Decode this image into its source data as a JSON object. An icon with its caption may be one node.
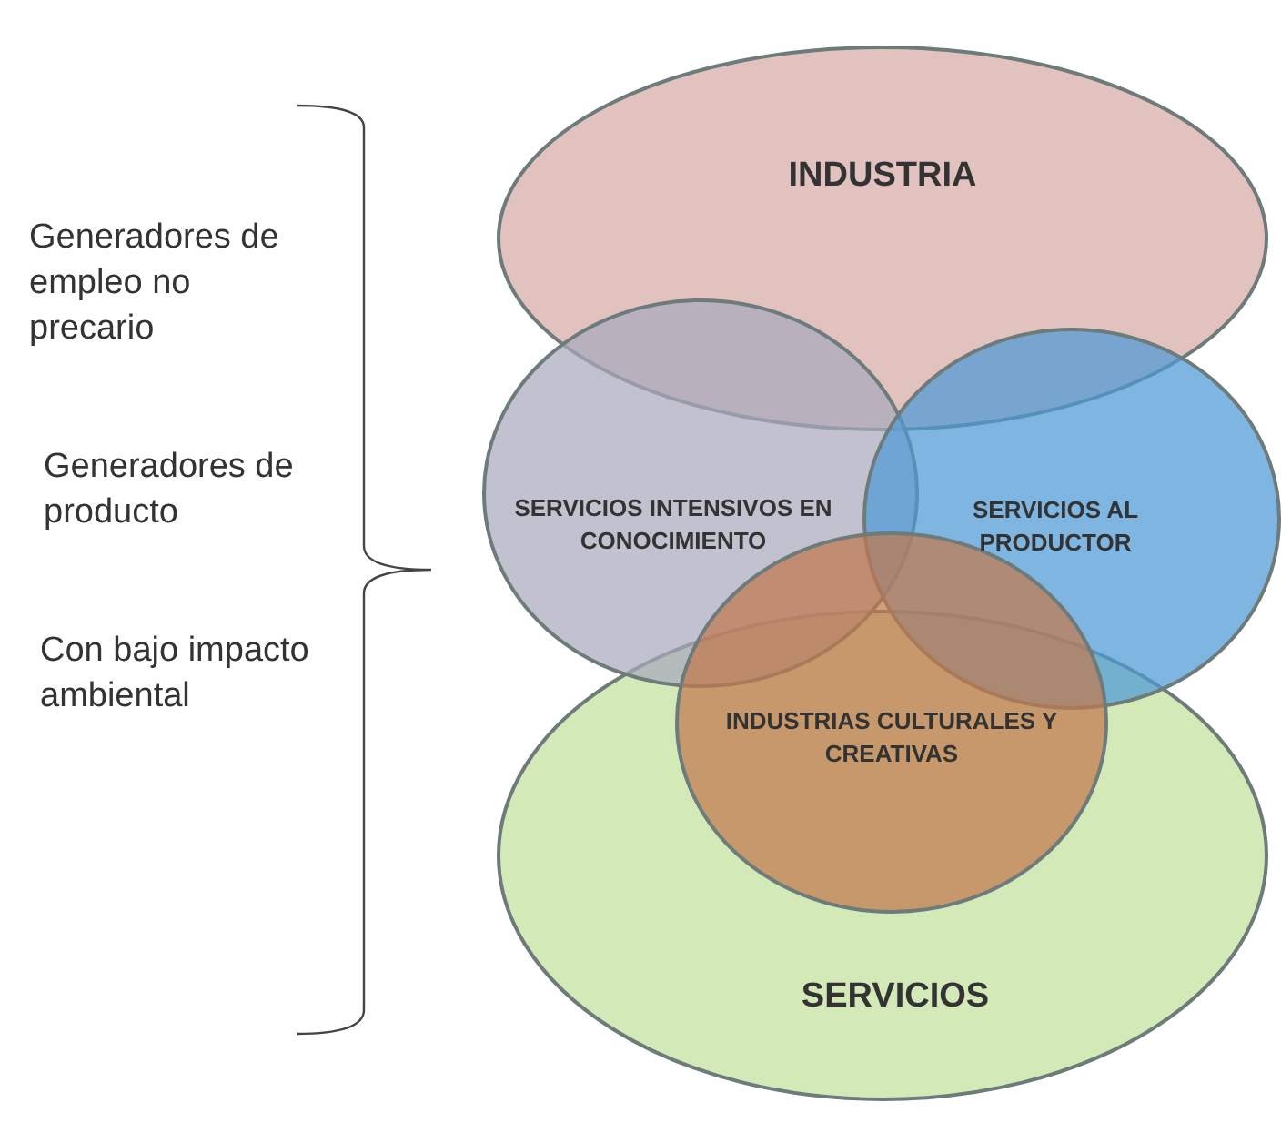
{
  "diagram": {
    "nodes": [
      {
        "text": [
          "INDUSTRIA"
        ]
      },
      {
        "text": [
          "SERVICIOS"
        ]
      },
      {
        "text": [
          "SERVICIOS INTENSIVOS EN CONOCIMIENTO"
        ]
      },
      {
        "text": [
          "SERVICIOS AL PRODUCTOR"
        ]
      },
      {
        "text": [
          "INDUSTRIAS CULTURALES Y CREATIVAS"
        ]
      }
    ],
    "labels": [
      "Generadores de empleo no precario",
      "Generadores de producto",
      "Con bajo impacto ambiental"
    ]
  }
}
